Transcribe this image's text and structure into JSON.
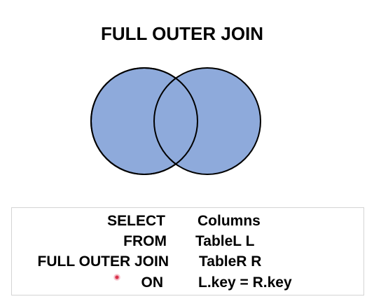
{
  "title": "FULL OUTER JOIN",
  "venn": {
    "fill_color": "#8eaadb",
    "stroke_color": "#000000"
  },
  "sql": {
    "lines": [
      {
        "keyword": "SELECT",
        "value": "Columns"
      },
      {
        "keyword": "FROM",
        "value": "TableL L"
      },
      {
        "keyword": "FULL OUTER JOIN",
        "value": "TableR R"
      },
      {
        "keyword": "ON",
        "value": "L.key = R.key"
      }
    ]
  }
}
